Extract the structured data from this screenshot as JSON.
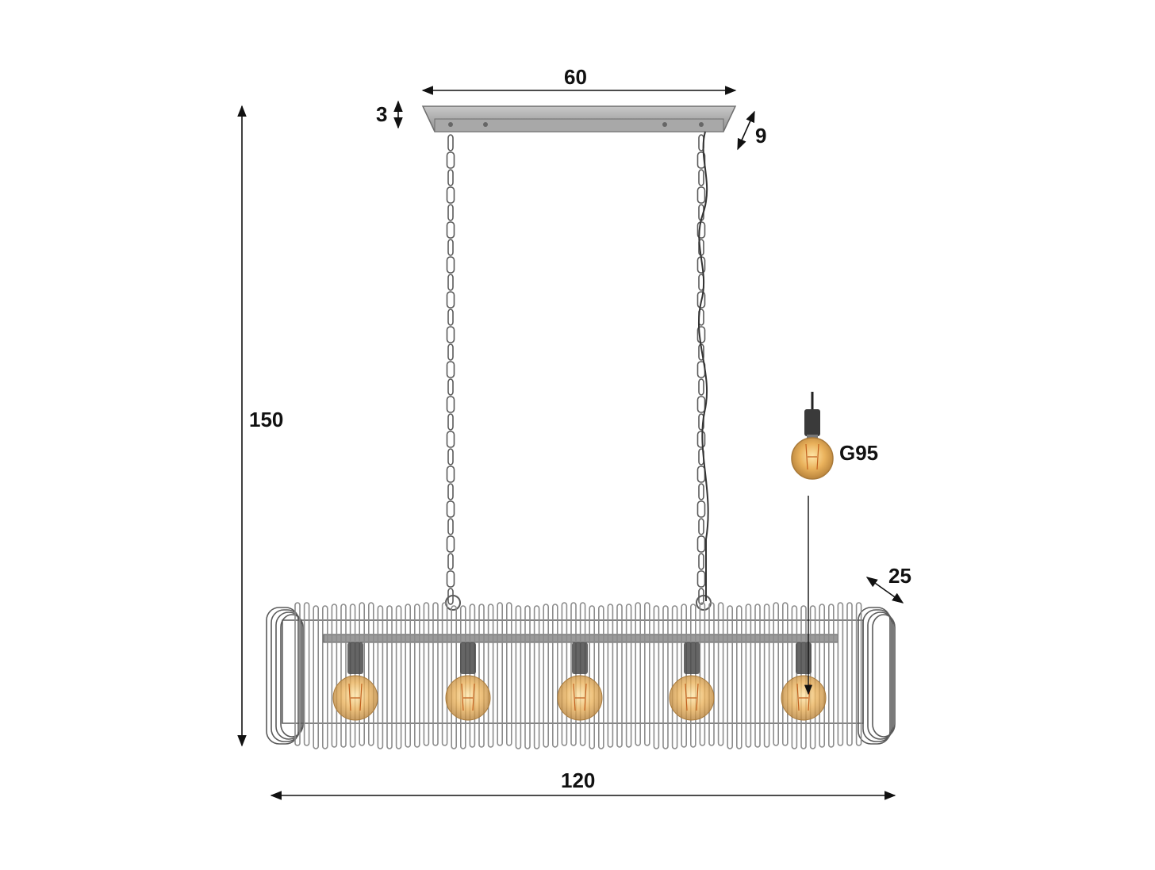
{
  "dimensions": {
    "canopy_width": "60",
    "canopy_height": "3",
    "canopy_depth": "9",
    "total_height": "150",
    "shade_length": "120",
    "shade_depth": "25"
  },
  "bulb": {
    "type_label": "G95",
    "count": 5
  },
  "colors": {
    "metal": "#8c8c8c",
    "metal_dark": "#5a5a5a",
    "bulb_glow": "#e8a94a",
    "dimension_line": "#111111"
  }
}
